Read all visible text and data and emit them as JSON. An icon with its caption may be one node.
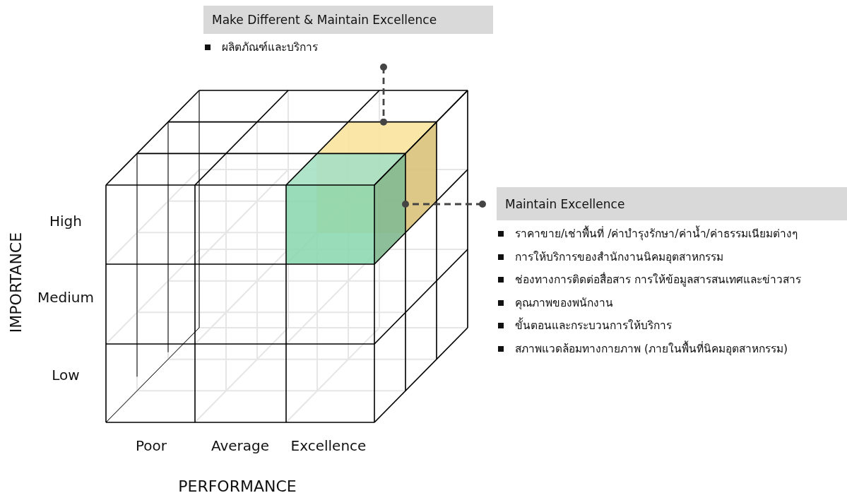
{
  "diagram": {
    "nodes": [
      {
        "text": [
          "Make Different & Maintain Excellence",
          "ผลิตภัณฑ์และบริการ"
        ]
      },
      {
        "text": [
          "Maintain Excellence",
          "ราคาขาย/เช่าพื้นที่ /ค่าบำรุงรักษา/ค่าน้ำ/ค่าธรรมเนียมต่างๆ",
          "การให้บริการของสำนักงานนิคมอุตสาหกรรม",
          "ช่องทางการติดต่อสื่อสาร การให้ข้อมูลสารสนเทศและข่าวสาร",
          "คุณภาพของพนักงาน",
          "ขั้นตอนและกระบวนการให้บริการ",
          "สภาพแวดล้อมทางกายภาพ (ภายในพื้นที่นิคมอุตสาหกรรม)"
        ]
      },
      {
        "text": [],
        "shape": "box"
      },
      {
        "text": [],
        "shape": "box"
      }
    ],
    "edges": [
      {
        "from": 0,
        "to": 2,
        "arrow": "other",
        "style": "dashed"
      },
      {
        "from": 1,
        "to": 3,
        "arrow": "other",
        "style": "dashed"
      }
    ],
    "labels": [
      "High",
      "Medium",
      "Low",
      "IMPORTANCE",
      "Poor",
      "Average",
      "Excellence",
      "PERFORMANCE"
    ]
  }
}
